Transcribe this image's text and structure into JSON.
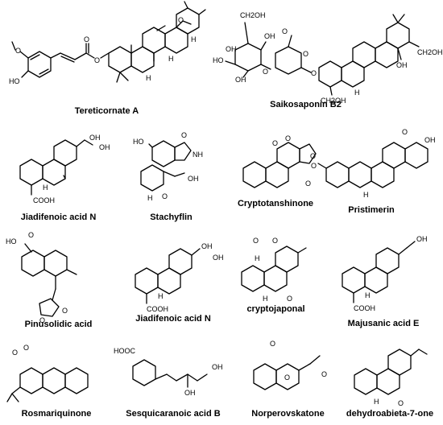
{
  "compounds": [
    {
      "name": "Tereticornate A",
      "labels": [
        "O",
        "HO",
        "O",
        "O",
        "O",
        "H",
        "H",
        "H"
      ]
    },
    {
      "name": "Saikosaponin B2",
      "labels": [
        "CH2OH",
        "OH",
        "OH",
        "HO",
        "O",
        "OH",
        "O",
        "O",
        "O",
        "H",
        "CH2OH",
        "OH"
      ]
    },
    {
      "name": "Jiadifenoic acid N",
      "labels": [
        "OH",
        "OH",
        "COOH",
        "H"
      ]
    },
    {
      "name": "Stachyflin",
      "labels": [
        "HO",
        "O",
        "NH",
        "OH",
        "O",
        "H"
      ]
    },
    {
      "name": "Cryptotanshinone",
      "labels": [
        "O",
        "O",
        "O"
      ]
    },
    {
      "name": "Pristimerin",
      "labels": [
        "O",
        "OH",
        "O",
        "O",
        "H"
      ]
    },
    {
      "name": "Pinusolidic acid",
      "labels": [
        "HO",
        "O",
        "O",
        "O"
      ]
    },
    {
      "name": "Jiadifenoic acid N",
      "labels": [
        "OH",
        "OH",
        "COOH",
        "H"
      ]
    },
    {
      "name": "cryptojaponal",
      "labels": [
        "O",
        "H",
        "O",
        "O",
        "H"
      ]
    },
    {
      "name": "Majusanic acid E",
      "labels": [
        "OH",
        "COOH",
        "H"
      ]
    },
    {
      "name": "Rosmariquinone",
      "labels": [
        "O",
        "O"
      ]
    },
    {
      "name": "Sesquicaranoic acid B",
      "labels": [
        "HOOC",
        "OH",
        "OH"
      ]
    },
    {
      "name": "Norperovskatone",
      "labels": [
        "O",
        "O",
        "O"
      ]
    },
    {
      "name": "dehydroabieta-7-one",
      "labels": [
        "O",
        "H"
      ]
    }
  ]
}
